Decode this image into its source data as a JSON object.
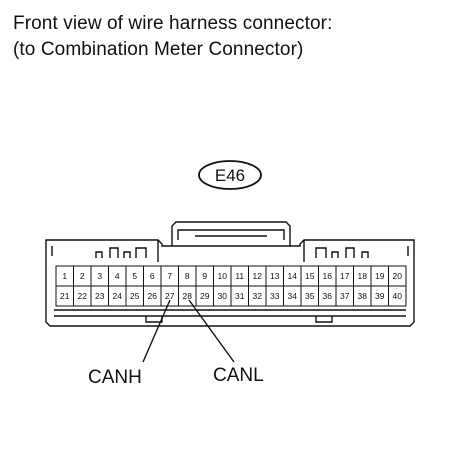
{
  "title": {
    "line1": "Front view of wire harness connector:",
    "line2": "(to Combination Meter Connector)"
  },
  "connector": {
    "code": "E46",
    "row1": [
      "1",
      "2",
      "3",
      "4",
      "5",
      "6",
      "7",
      "8",
      "9",
      "10",
      "11",
      "12",
      "13",
      "14",
      "15",
      "16",
      "17",
      "18",
      "19",
      "20"
    ],
    "row2": [
      "21",
      "22",
      "23",
      "24",
      "25",
      "26",
      "27",
      "28",
      "29",
      "30",
      "31",
      "32",
      "33",
      "34",
      "35",
      "36",
      "37",
      "38",
      "39",
      "40"
    ]
  },
  "signals": [
    {
      "label": "CANH",
      "pin": "27"
    },
    {
      "label": "CANL",
      "pin": "28"
    }
  ]
}
